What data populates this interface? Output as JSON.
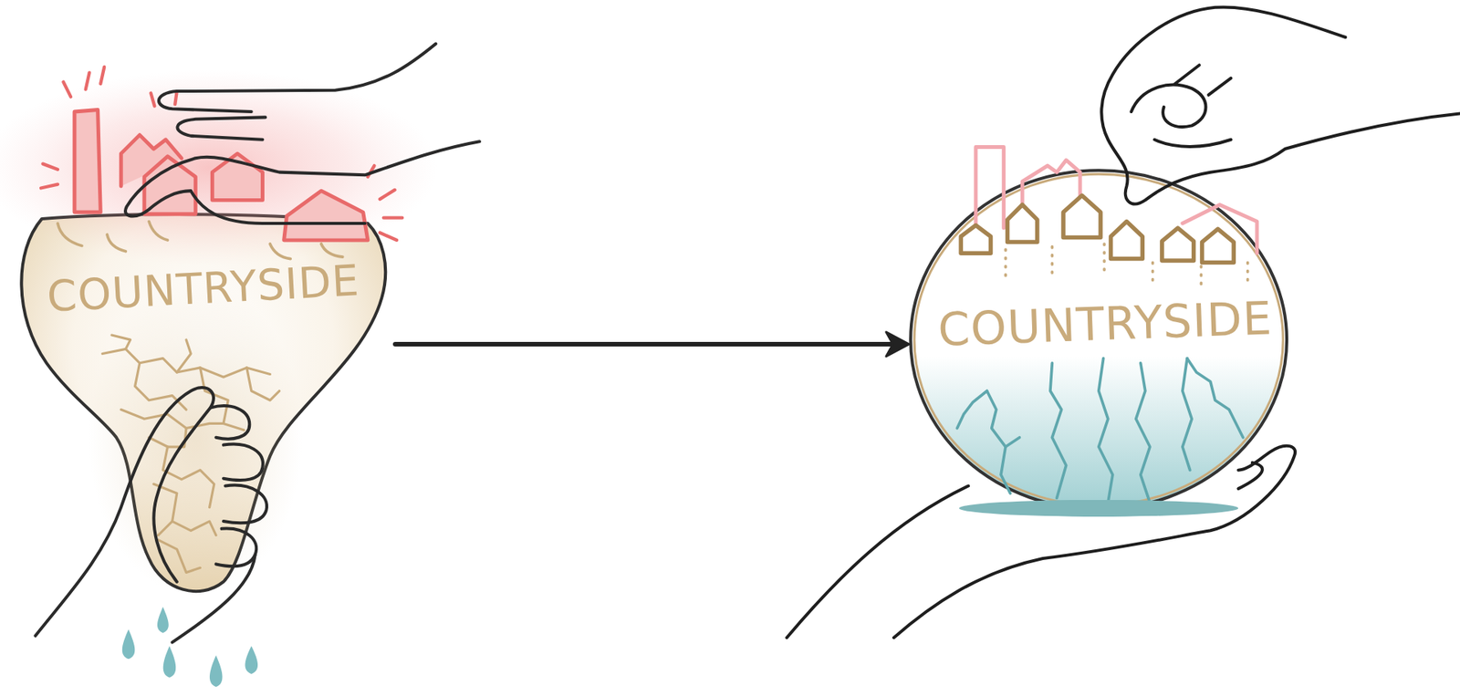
{
  "diagram": {
    "nodes": [
      {
        "text": [
          "COUNTRYSIDE"
        ]
      },
      {
        "text": [
          "COUNTRYSIDE"
        ]
      }
    ],
    "edges": [
      {
        "from": 0,
        "to": 1,
        "arrow": "to"
      }
    ]
  }
}
